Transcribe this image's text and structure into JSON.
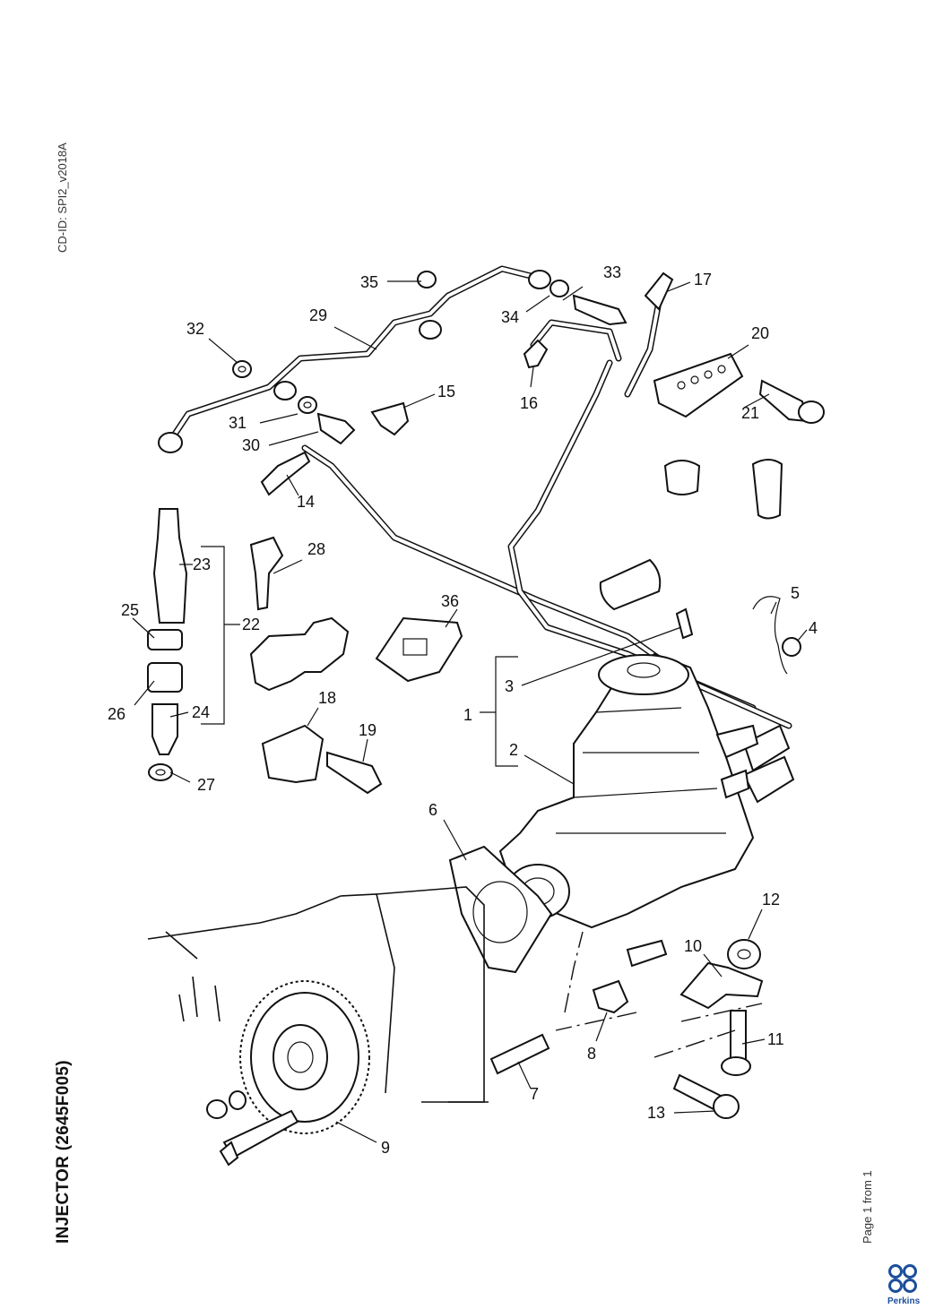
{
  "header": {
    "cd_id": "CD-ID: SPI2_v2018A"
  },
  "title": "INJECTOR (2645F005)",
  "footer": {
    "page_info": "Page 1 from 1"
  },
  "brand": {
    "name": "Perkins",
    "color": "#1b4e9b"
  },
  "callouts": [
    "1",
    "2",
    "3",
    "4",
    "5",
    "6",
    "7",
    "8",
    "9",
    "10",
    "11",
    "12",
    "13",
    "14",
    "15",
    "16",
    "17",
    "18",
    "19",
    "20",
    "21",
    "22",
    "23",
    "24",
    "25",
    "26",
    "27",
    "28",
    "29",
    "30",
    "31",
    "32",
    "33",
    "34",
    "35",
    "36"
  ]
}
